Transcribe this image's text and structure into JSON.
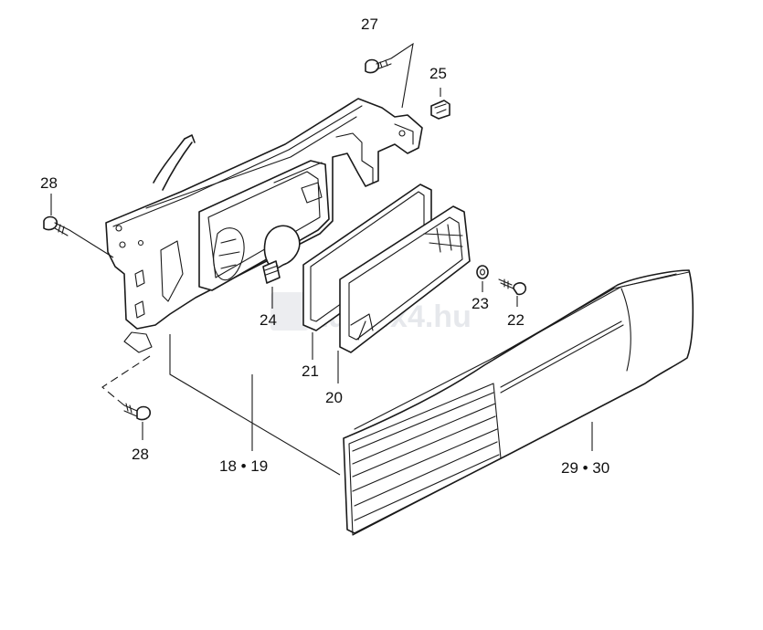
{
  "callouts": {
    "c27": "27",
    "c25": "25",
    "c28_top": "28",
    "c24": "24",
    "c23": "23",
    "c22": "22",
    "c21": "21",
    "c20": "20",
    "c28_bottom": "28",
    "c18_19": "18 • 19",
    "c29_30": "29 • 30"
  },
  "watermark": "zuki4x4.hu"
}
